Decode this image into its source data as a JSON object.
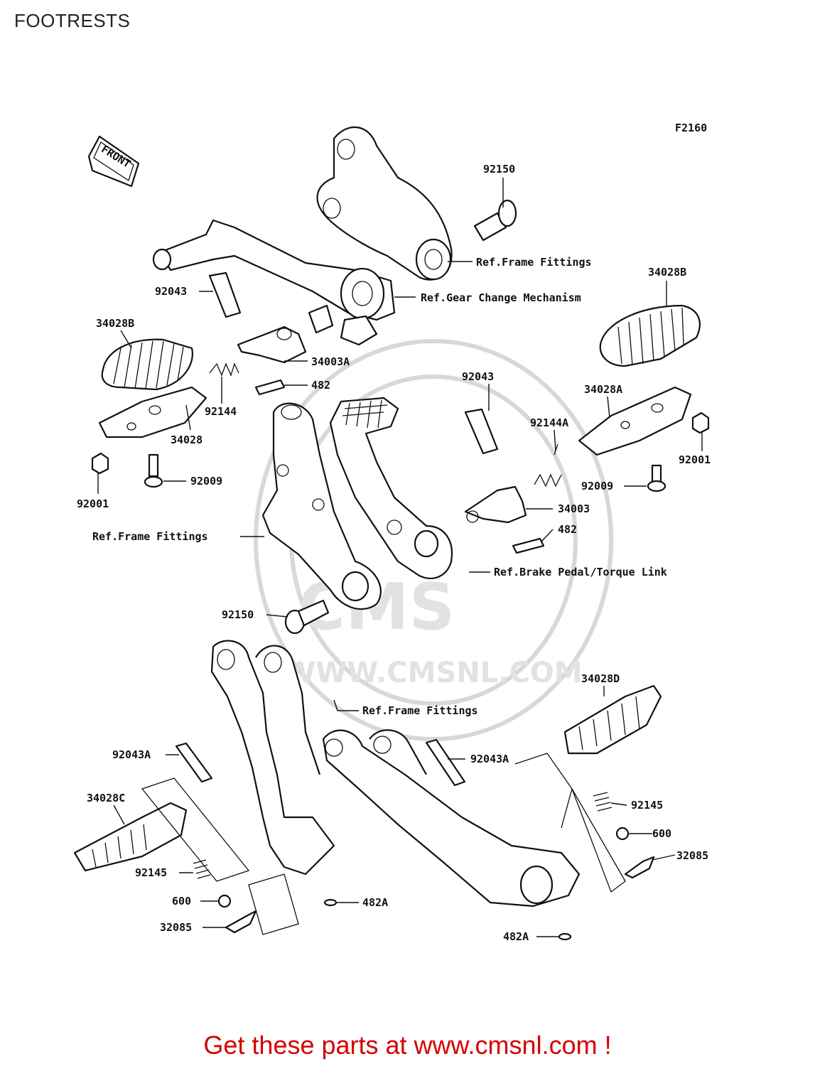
{
  "page": {
    "title": "FOOTRESTS"
  },
  "diagram": {
    "figure_code": "F2160",
    "front_label": "FRONT",
    "watermark": {
      "brand": "CMS",
      "url": "WWW.CMSNL.COM"
    },
    "labels": {
      "p92150_top": "92150",
      "ref_frame_top": "Ref.Frame Fittings",
      "ref_gear": "Ref.Gear Change Mechanism",
      "p34028B_right": "34028B",
      "p92043_left": "92043",
      "p34028B_left": "34028B",
      "p34003A": "34003A",
      "p482_left": "482",
      "p92144": "92144",
      "p34028": "34028",
      "p92009_left": "92009",
      "p92001_left": "92001",
      "p92043_mid": "92043",
      "p34028A": "34028A",
      "p92144A": "92144A",
      "p92001_right": "92001",
      "p92009_right": "92009",
      "p34003": "34003",
      "p482_right": "482",
      "ref_frame_mid": "Ref.Frame Fittings",
      "ref_brake": "Ref.Brake Pedal/Torque Link",
      "p92150_mid": "92150",
      "p34028D": "34028D",
      "ref_frame_low": "Ref.Frame Fittings",
      "p92043A_left": "92043A",
      "p92043A_right": "92043A",
      "p34028C": "34028C",
      "p92145_right": "92145",
      "p600_right": "600",
      "p32085_right": "32085",
      "p92145_left": "92145",
      "p600_left": "600",
      "p482A_mid": "482A",
      "p32085_left": "32085",
      "p482A_right": "482A"
    }
  },
  "footer": {
    "cta": "Get these parts at www.cmsnl.com !"
  }
}
